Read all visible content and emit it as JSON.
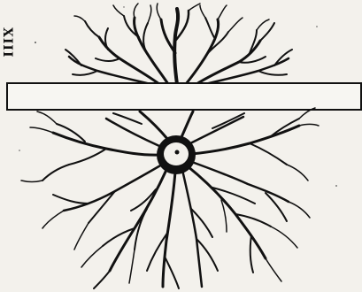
{
  "page": {
    "margin_mark": "XIII"
  },
  "colors": {
    "paper": "#f3f1ec",
    "ink": "#111111",
    "bar_fill": "#f7f6f2"
  },
  "illustration": {
    "subject": "neuron-with-dendrites-drawing",
    "elements": [
      "cell-body",
      "nucleus",
      "upper-dendrites",
      "lower-dendrites",
      "horizontal-bar"
    ]
  }
}
